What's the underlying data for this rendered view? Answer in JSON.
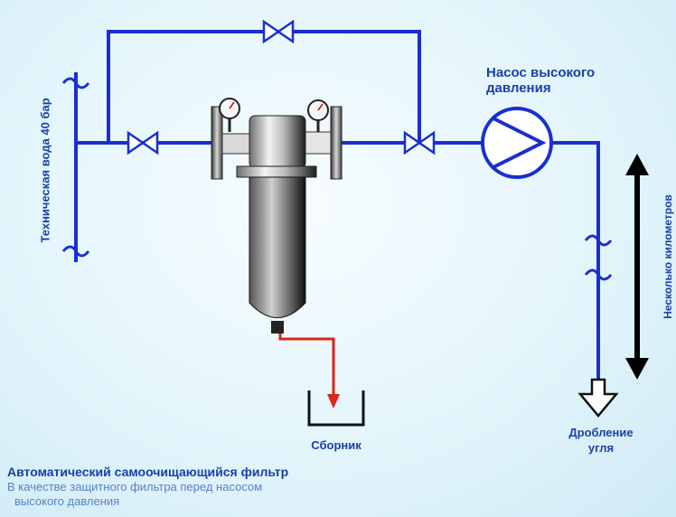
{
  "labels": {
    "supply_water": "Техническая вода 40 бар",
    "pump_line1": "Насос высокого",
    "pump_line2": "давления",
    "distance": "Несколько километров",
    "destination_line1": "Дробление",
    "destination_line2": "угля",
    "collector": "Сборник"
  },
  "caption": {
    "title": "Автоматический самоочищающийся фильтр",
    "line1": "В качестве защитного фильтра перед насосом",
    "line2": "высокого давления"
  },
  "colors": {
    "pipe": "#1a2fd0",
    "drain": "#e02418",
    "text": "#1a3fa8",
    "caption_sub": "#5a7fc8"
  }
}
